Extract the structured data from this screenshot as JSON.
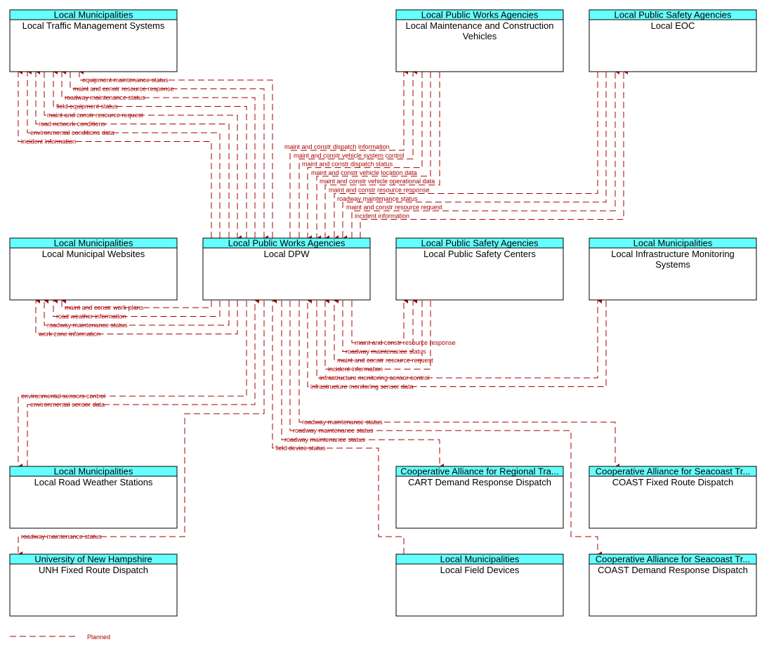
{
  "boxes": [
    {
      "id": "ltms",
      "agency": "Local Municipalities",
      "name": [
        "Local Traffic Management Systems"
      ]
    },
    {
      "id": "lmcv",
      "agency": "Local Public Works Agencies",
      "name": [
        "Local Maintenance and Construction",
        "Vehicles"
      ]
    },
    {
      "id": "leoc",
      "agency": "Local Public Safety Agencies",
      "name": [
        "Local EOC"
      ]
    },
    {
      "id": "lmw",
      "agency": "Local Municipalities",
      "name": [
        "Local Municipal Websites"
      ]
    },
    {
      "id": "dpw",
      "agency": "Local Public Works Agencies",
      "name": [
        "Local DPW"
      ]
    },
    {
      "id": "lpsc",
      "agency": "Local Public Safety Agencies",
      "name": [
        "Local Public Safety Centers"
      ]
    },
    {
      "id": "lims",
      "agency": "Local Municipalities",
      "name": [
        "Local Infrastructure Monitoring",
        "Systems"
      ]
    },
    {
      "id": "lrws",
      "agency": "Local Municipalities",
      "name": [
        "Local Road Weather Stations"
      ]
    },
    {
      "id": "cart",
      "agency": "Cooperative Alliance for Regional Tra...",
      "name": [
        "CART Demand Response Dispatch"
      ]
    },
    {
      "id": "coastf",
      "agency": "Cooperative Alliance for Seacoast Tr...",
      "name": [
        "COAST Fixed Route Dispatch"
      ]
    },
    {
      "id": "unh",
      "agency": "University of New Hampshire",
      "name": [
        "UNH Fixed Route Dispatch"
      ]
    },
    {
      "id": "lfd",
      "agency": "Local Municipalities",
      "name": [
        "Local Field Devices"
      ]
    },
    {
      "id": "coastd",
      "agency": "Cooperative Alliance for Seacoast Tr...",
      "name": [
        "COAST Demand Response Dispatch"
      ]
    }
  ],
  "flows": {
    "ltms": [
      "equipment maintenance status",
      "maint and constr resource response",
      "roadway maintenance status",
      "field equipment status",
      "maint and constr resource request",
      "road network conditions",
      "environmental conditions data",
      "incident information"
    ],
    "top_right": [
      "maint and constr dispatch information",
      "maint and constr vehicle system control",
      "maint and constr dispatch status",
      "maint and constr vehicle location data",
      "maint and constr vehicle operational data",
      "maint and constr resource response",
      "roadway maintenance status",
      "maint and constr resource request",
      "incident information"
    ],
    "lmw": [
      "maint and constr work plans",
      "road weather information",
      "roadway maintenance status",
      "work zone information"
    ],
    "mid_right": [
      "maint and constr resource response",
      "roadway maintenance status",
      "maint and constr resource request",
      "incident information",
      "infrastructure monitoring sensor control",
      "infrastructure monitoring sensor data"
    ],
    "lrws": [
      "environmental sensors control",
      "environmental sensor data"
    ],
    "bottom": [
      "roadway maintenance status",
      "roadway maintenance status",
      "roadway maintenance status",
      "field device status"
    ],
    "unh": [
      "roadway maintenance status"
    ]
  },
  "legend": {
    "label": "Planned"
  }
}
